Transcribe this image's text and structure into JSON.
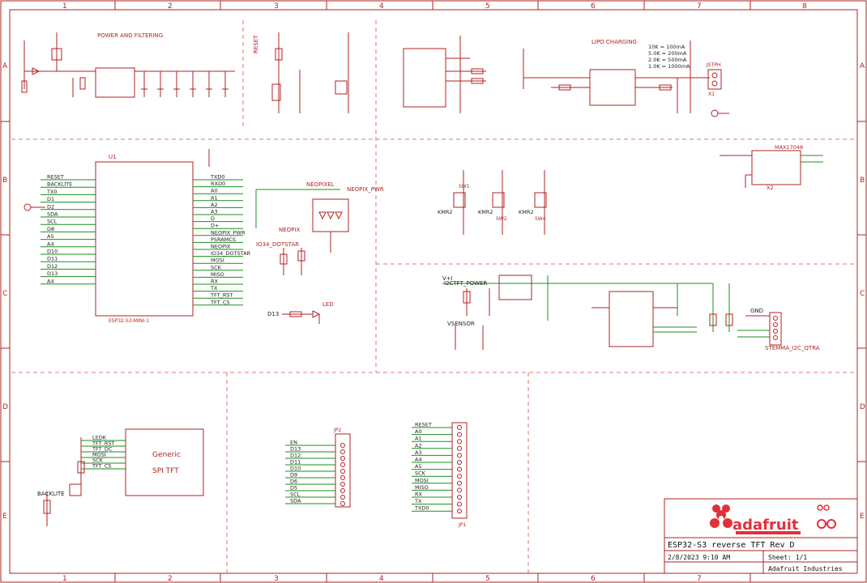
{
  "frame": {
    "columns": [
      "1",
      "2",
      "3",
      "4",
      "5",
      "6",
      "7",
      "8"
    ],
    "rows": [
      "A",
      "B",
      "C",
      "D",
      "E"
    ]
  },
  "sections": {
    "power": "POWER AND FILTERING",
    "lipo": "LIPO CHARGING",
    "neopixel": "NEOPIXEL",
    "led": "LED"
  },
  "labels": {
    "u1": "U1",
    "u1_part": "ESP32-S3-MINI-1",
    "x2": "X2",
    "reset": "RESET",
    "backlite": "BACKLITE",
    "neopix_pwr": "NEOPIX_PWR",
    "neopix": "NEOPIX",
    "io34_dotstar": "IO34_DOTSTAR",
    "i2ctft_power": "I2CTFT_POWER",
    "vi2c": "V+I",
    "vsensor": "VSENSOR",
    "stemma": "STEMMA_I2C_QTRA",
    "jp1": "JP1",
    "jp2": "JP2",
    "x1": "X1",
    "batt_id": "JSTPH",
    "max": "MAX17048",
    "d13": "D13",
    "gnd": "GND"
  },
  "u1_left_pins": [
    "RESET",
    "BACKLITE",
    "TX0",
    "D1",
    "D2",
    "SDA",
    "SCL",
    "D8",
    "A5",
    "A4",
    "D10",
    "D11",
    "D12",
    "D13",
    "A4"
  ],
  "u1_right_pins": [
    "TXD0",
    "RXD0",
    "A0",
    "A1",
    "A2",
    "A3",
    "D",
    "D+",
    "NEOPIX_PWR",
    "PSRAMCS",
    "NEOPIX",
    "IO34_DOTSTAR",
    "MOSI",
    "SCK",
    "MISO",
    "RX",
    "TX",
    "TFT_RST",
    "TFT_CS"
  ],
  "jp2_pins": [
    "EN",
    "D13",
    "D12",
    "D11",
    "D10",
    "D9",
    "D6",
    "D5",
    "SCL",
    "SDA"
  ],
  "jp1_pins": [
    "RESET",
    "A0",
    "A1",
    "A2",
    "A3",
    "A4",
    "A5",
    "SCK",
    "MOSI",
    "MISO",
    "RX",
    "TX",
    "TXD0"
  ],
  "tft": {
    "title": "Generic",
    "subtitle": "SPI TFT",
    "pins": [
      "LEDK",
      "TFT_RST",
      "TFT_DC",
      "MOSI",
      "SCK",
      "TFT_CS"
    ]
  },
  "buttons": [
    "KMR2",
    "KMR2",
    "KMR2"
  ],
  "button_names": [
    "SW1",
    "SW2",
    "SW4"
  ],
  "charge_table": [
    "10K = 100mA",
    "5.0K = 200mA",
    "2.0K = 500mA",
    "1.0K = 1000mA"
  ],
  "title_block": {
    "brand": "adafruit",
    "title": "ESP32-S3 reverse TFT Rev D",
    "date": "2/8/2023 9:10 AM",
    "sheet": "Sheet: 1/1",
    "company": "Adafruit Industries"
  },
  "colors": {
    "frame": "#b22222",
    "net": "#1a8f1a",
    "brand": "#e0313a"
  }
}
